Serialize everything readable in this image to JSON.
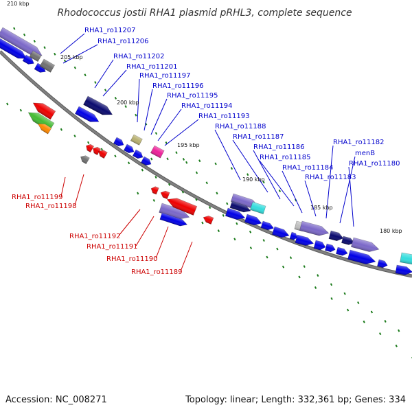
{
  "title": "Rhodococcus jostii RHA1 plasmid pRHL3, complete sequence",
  "footer": {
    "accession": "Accession: NC_008271",
    "summary": "Topology: linear; Length: 332,361 bp; Genes: 334"
  },
  "colors": {
    "backbone": "#808080",
    "forward_label": "#0000cc",
    "reverse_label": "#cc0000",
    "tick": "#1a7a1a",
    "cds_blue": "#0000e6",
    "purple": "#7b68c8",
    "dark_navy": "#0a0a6e",
    "red": "#ee0000",
    "green": "#44bb33",
    "orange": "#ff8800",
    "gray": "#707070",
    "olive": "#b8b070",
    "magenta": "#ee2299",
    "cyan": "#33dddd",
    "light_gray": "#c0c0c0"
  },
  "scale_labels": [
    "210 kbp",
    "205 kbp",
    "200 kbp",
    "195 kbp",
    "190 kbp",
    "185 kbp",
    "180 kbp"
  ],
  "forward_labels": [
    "RHA1_ro11207",
    "RHA1_ro11206",
    "RHA1_ro11202",
    "RHA1_ro11201",
    "RHA1_ro11197",
    "RHA1_ro11196",
    "RHA1_ro11195",
    "RHA1_ro11194",
    "RHA1_ro11193",
    "RHA1_ro11188",
    "RHA1_ro11187",
    "RHA1_ro11186",
    "RHA1_ro11185",
    "RHA1_ro11184",
    "RHA1_ro11183",
    "RHA1_ro11182",
    "menB",
    "RHA1_ro11180"
  ],
  "reverse_labels": [
    "RHA1_ro11199",
    "RHA1_ro11198",
    "RHA1_ro11192",
    "RHA1_ro11191",
    "RHA1_ro11190",
    "RHA1_ro11189"
  ]
}
